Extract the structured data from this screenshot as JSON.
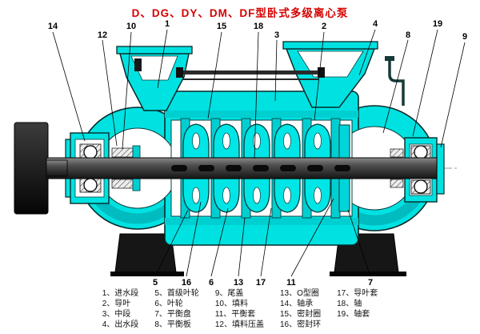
{
  "title": "D、DG、DY、DM、DF型卧式多级离心泵",
  "colors": {
    "casing_cyan": "#00e2e2",
    "casing_shade": "#00bcc0",
    "title_red": "#d60000",
    "shaft_dark": "#333333",
    "background": "#ffffff"
  },
  "callouts": {
    "top": [
      "14",
      "12",
      "10",
      "1",
      "15",
      "18",
      "3",
      "2",
      "4",
      "8",
      "19",
      "9"
    ],
    "bottom": [
      "5",
      "16",
      "6",
      "13",
      "17",
      "11",
      "7"
    ]
  },
  "legend": {
    "columns": [
      {
        "items": [
          "1、进水段",
          "2、导叶",
          "3、中段",
          "4、出水段"
        ]
      },
      {
        "items": [
          "5、首级叶轮",
          "6、叶轮",
          "7、平衡盘",
          "8、平衡板"
        ]
      },
      {
        "items": [
          "9、尾盖",
          "10、填料",
          "11、平衡套",
          "12、填料压盖"
        ]
      },
      {
        "items": [
          "13、O型圈",
          "14、轴承",
          "15、密封圈",
          "16、密封环"
        ]
      },
      {
        "items": [
          "17、导叶套",
          "18、轴",
          "19、轴套"
        ]
      }
    ]
  }
}
